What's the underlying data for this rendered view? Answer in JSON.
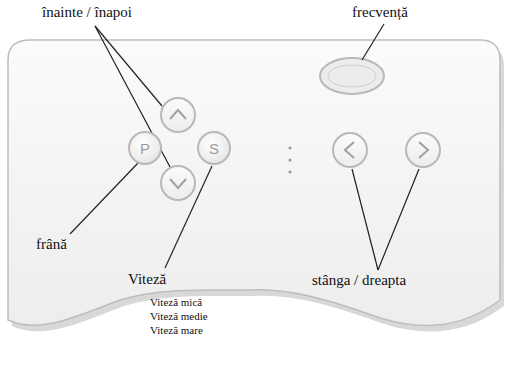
{
  "diagram": {
    "nodes": [
      {
        "text": [
          "P"
        ]
      },
      {
        "text": [
          "S"
        ]
      }
    ],
    "labels": [
      "înainte / înapoi",
      "frecvență",
      "frână",
      "Viteză",
      "Viteză mică",
      "Viteză medie",
      "Viteză mare",
      "stânga / dreapta"
    ]
  }
}
